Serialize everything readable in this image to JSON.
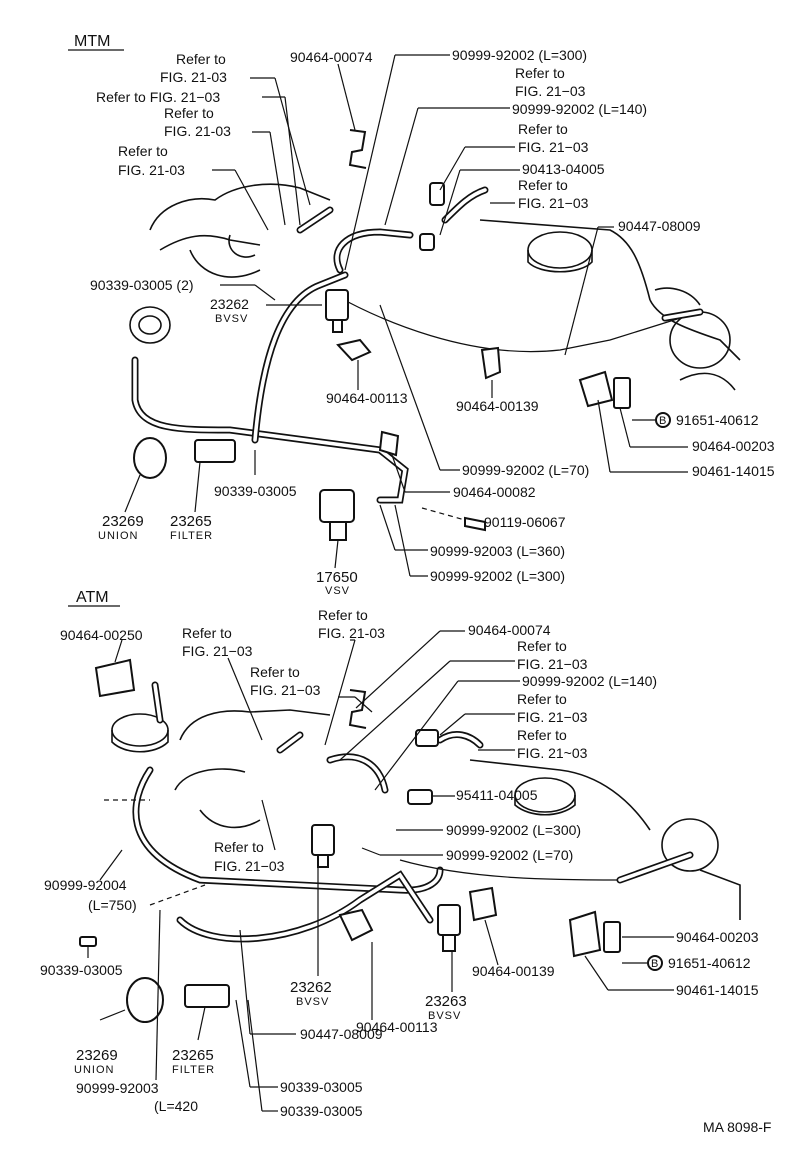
{
  "sections": {
    "mtm": "MTM",
    "atm": "ATM"
  },
  "refer": {
    "ref1": "Refer to",
    "ref2": "FIG. 21-03",
    "ref_inline": "Refer to FIG. 21−03",
    "ref2_dash": "FIG. 21−03",
    "ref2_tilde": "FIG. 21~03"
  },
  "mtm": {
    "p90464_00074": "90464-00074",
    "p90999_92002_300": "90999-92002 (L=300)",
    "p90999_92002_140": "90999-92002 (L=140)",
    "p90413_04005": "90413-04005",
    "p90447_08009": "90447-08009",
    "p90339_03005_2": "90339-03005 (2)",
    "p23262": "23262",
    "bvsv": "BVSV",
    "p90464_00113": "90464-00113",
    "p90464_00139": "90464-00139",
    "p91651_40612": "91651-40612",
    "b_mark": "B",
    "p90464_00203": "90464-00203",
    "p90461_14015": "90461-14015",
    "p90999_92002_70": "90999-92002 (L=70)",
    "p90339_03005": "90339-03005",
    "p90464_00082": "90464-00082",
    "p90119_06067": "90119-06067",
    "p23269": "23269",
    "union": "UNION",
    "p23265": "23265",
    "filter": "FILTER",
    "p90999_92003_360": "90999-92003 (L=360)",
    "p90999_92002_300b": "90999-92002 (L=300)",
    "p17650": "17650",
    "vsv": "VSV"
  },
  "atm": {
    "p90464_00250": "90464-00250",
    "p90464_00074": "90464-00074",
    "p90999_92002_140": "90999-92002 (L=140)",
    "p95411_04005": "95411-04005",
    "p90999_92002_300": "90999-92002 (L=300)",
    "p90999_92002_70": "90999-92002 (L=70)",
    "p90999_92004": "90999-92004",
    "l750": "(L=750)",
    "p90339_03005": "90339-03005",
    "p23262": "23262",
    "bvsv": "BVSV",
    "p90464_00113": "90464-00113",
    "p23263": "23263",
    "p90464_00139": "90464-00139",
    "p90464_00203": "90464-00203",
    "b_mark": "B",
    "p91651_40612": "91651-40612",
    "p90461_14015": "90461-14015",
    "p23269": "23269",
    "union": "UNION",
    "p23265": "23265",
    "filter": "FILTER",
    "p90999_92003": "90999-92003",
    "l420": "(L=420",
    "p90447_08009": "90447-08009",
    "p90339_03005b": "90339-03005",
    "p90339_03005c": "90339-03005"
  },
  "footer": {
    "code": "MA 8098-F"
  }
}
